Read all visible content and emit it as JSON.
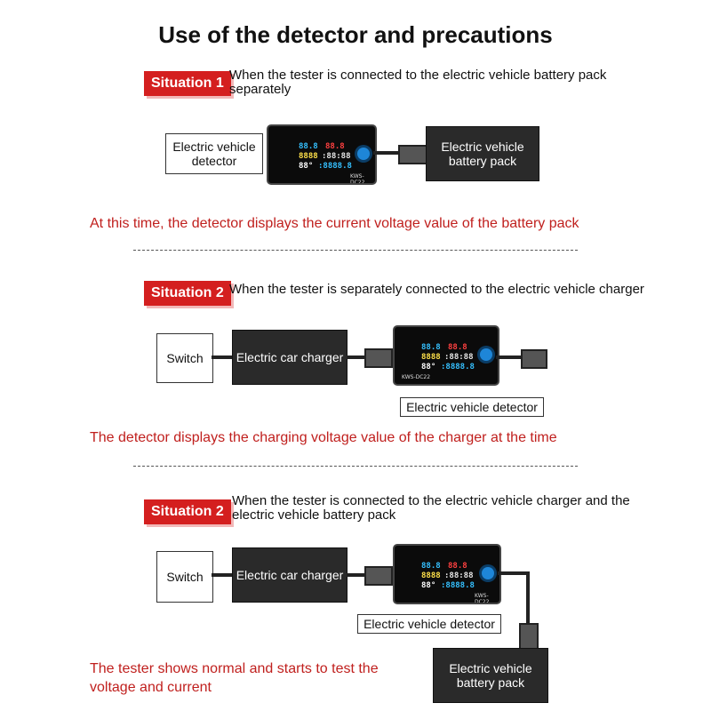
{
  "title": "Use of the detector and precautions",
  "situations": [
    {
      "badge": "Situation 1",
      "description": "When the tester is connected to the electric vehicle battery pack separately",
      "note": "At this time, the detector displays the current voltage value of the battery pack",
      "labels": {
        "detector": "Electric vehicle detector",
        "battery": "Electric vehicle battery pack"
      }
    },
    {
      "badge": "Situation 2",
      "description": "When the tester is separately connected to the electric vehicle charger",
      "note": "The detector displays the charging voltage value of the charger at the time",
      "labels": {
        "switch": "Switch",
        "charger": "Electric car charger",
        "detector": "Electric vehicle detector"
      }
    },
    {
      "badge": "Situation 2",
      "description": "When the tester is connected to the electric vehicle charger and the electric vehicle battery pack",
      "note": "The tester shows normal and starts to test the voltage and current",
      "labels": {
        "switch": "Switch",
        "charger": "Electric car charger",
        "detector": "Electric vehicle detector",
        "battery": "Electric vehicle battery pack"
      }
    }
  ],
  "device_screen": {
    "row1_left": "88.8",
    "row1_right": "88.8",
    "row2_left": "8888",
    "row2_right": ":88:88",
    "row3_left": "88°",
    "row3_right": ":8888.8",
    "model": "KWS-DC22"
  },
  "colors": {
    "badge": "#d41f1f",
    "note": "#c0201e",
    "dark_box": "#2a2a2a"
  }
}
